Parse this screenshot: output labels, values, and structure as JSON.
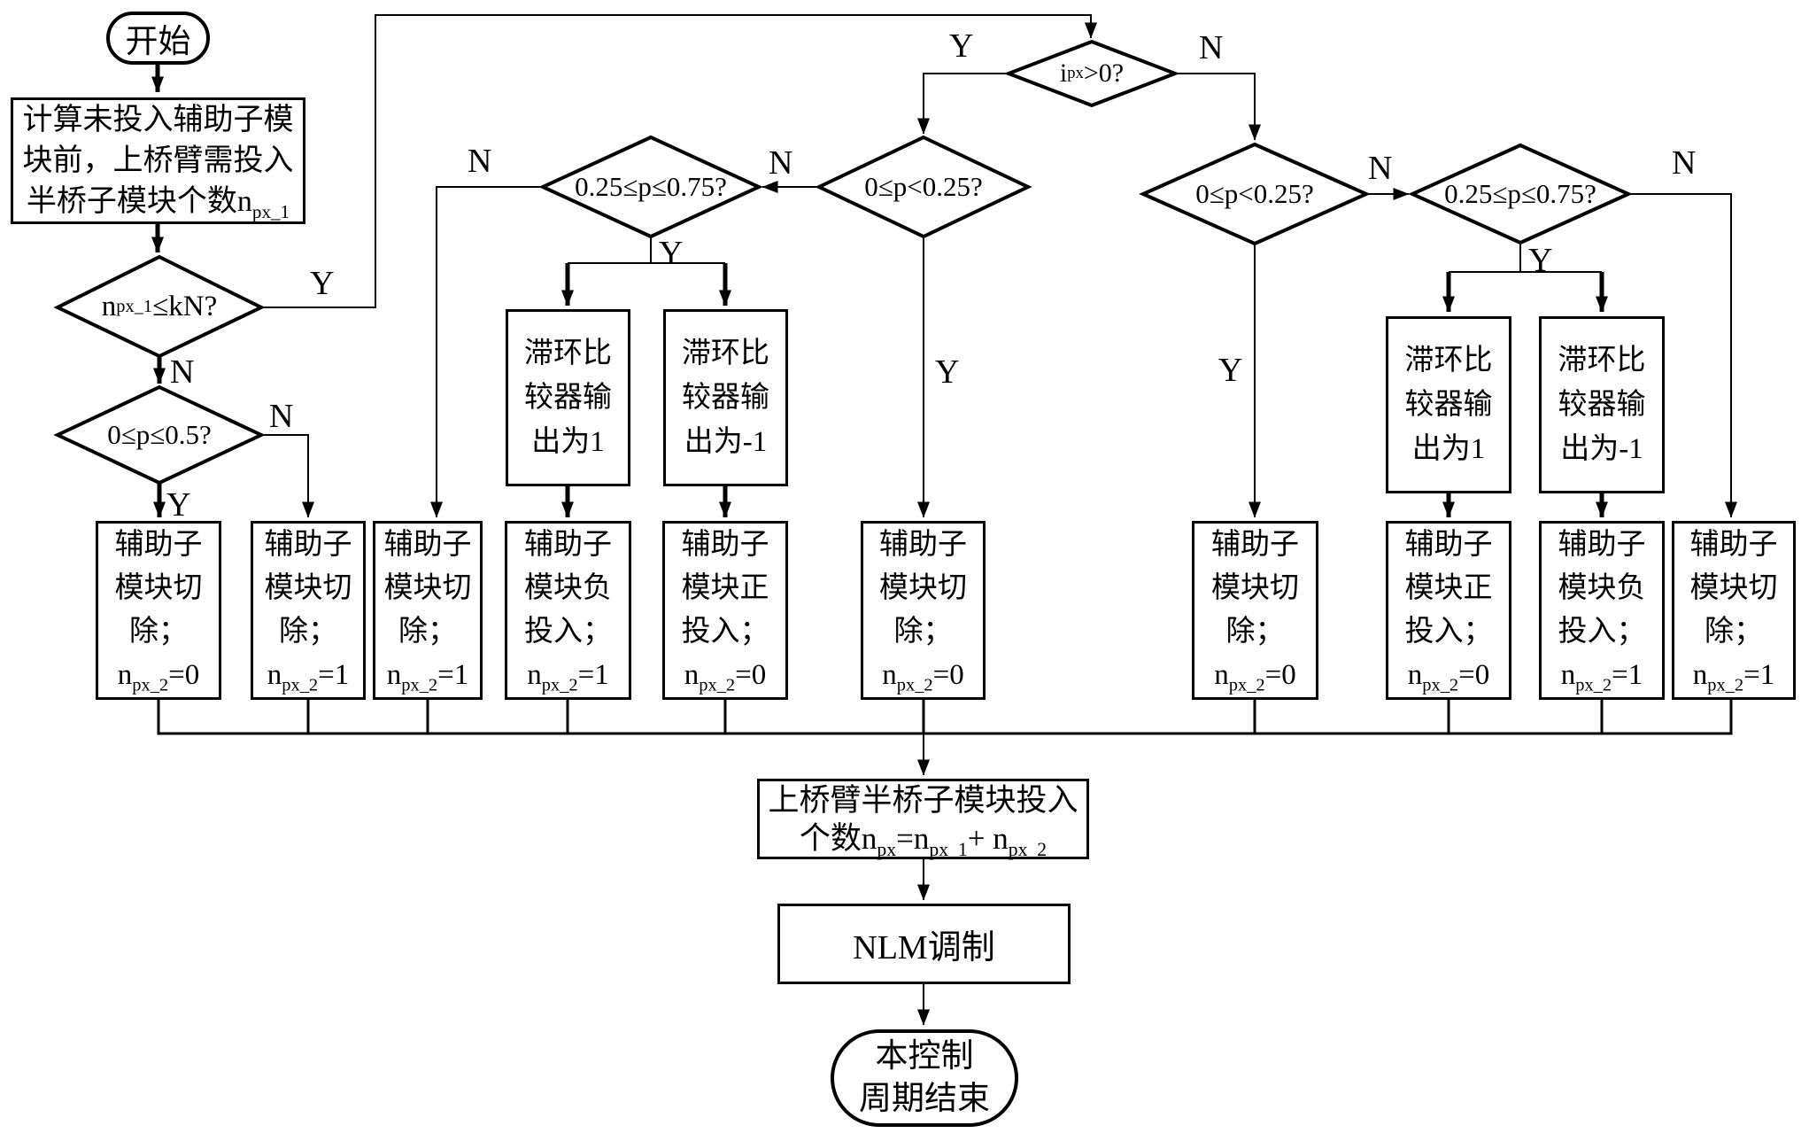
{
  "edge_labels": {
    "yes": "Y",
    "no": "N"
  },
  "nodes": {
    "start": {
      "label": "开始"
    },
    "calc": {
      "lines": [
        "计算未投入辅助子模",
        "块前，上桥臂需投入",
        "半桥子模块个数n[px_1]"
      ]
    },
    "d1": {
      "label": "n[px_1]≤kN?"
    },
    "d05": {
      "label": "0≤p≤0.5?"
    },
    "d2": {
      "label": "i[px]>0?"
    },
    "d3": {
      "label": "0.25≤p≤0.75?"
    },
    "d4": {
      "label": "0≤p<0.25?"
    },
    "d5": {
      "label": "0≤p<0.25?"
    },
    "d6": {
      "label": "0.25≤p≤0.75?"
    },
    "hys_left_pos": {
      "lines": [
        "滞环比",
        "较器输",
        "出为1"
      ]
    },
    "hys_left_neg": {
      "lines": [
        "滞环比",
        "较器输",
        "出为-1"
      ]
    },
    "hys_right_pos": {
      "lines": [
        "滞环比",
        "较器输",
        "出为1"
      ]
    },
    "hys_right_neg": {
      "lines": [
        "滞环比",
        "较器输",
        "出为-1"
      ]
    },
    "b1": {
      "lines": [
        "辅助子",
        "模块切",
        "除；",
        "n[px_2]=0"
      ]
    },
    "b2": {
      "lines": [
        "辅助子",
        "模块切",
        "除；",
        "n[px_2]=1"
      ]
    },
    "b3": {
      "lines": [
        "辅助子",
        "模块切",
        "除；",
        "n[px_2]=1"
      ]
    },
    "b4": {
      "lines": [
        "辅助子",
        "模块负",
        "投入；",
        "n[px_2]=1"
      ]
    },
    "b5": {
      "lines": [
        "辅助子",
        "模块正",
        "投入；",
        "n[px_2]=0"
      ]
    },
    "b6": {
      "lines": [
        "辅助子",
        "模块切",
        "除；",
        "n[px_2]=0"
      ]
    },
    "b7": {
      "lines": [
        "辅助子",
        "模块切",
        "除；",
        "n[px_2]=0"
      ]
    },
    "b8": {
      "lines": [
        "辅助子",
        "模块正",
        "投入；",
        "n[px_2]=0"
      ]
    },
    "b9": {
      "lines": [
        "辅助子",
        "模块负",
        "投入；",
        "n[px_2]=1"
      ]
    },
    "b10": {
      "lines": [
        "辅助子",
        "模块切",
        "除；",
        "n[px_2]=1"
      ]
    },
    "sum": {
      "lines": [
        "上桥臂半桥子模块投入",
        "个数n[px]=n[px_1]+ n[px_2]"
      ]
    },
    "nlm": {
      "label": "NLM调制"
    },
    "end": {
      "lines": [
        "本控制",
        "周期结束"
      ]
    }
  }
}
